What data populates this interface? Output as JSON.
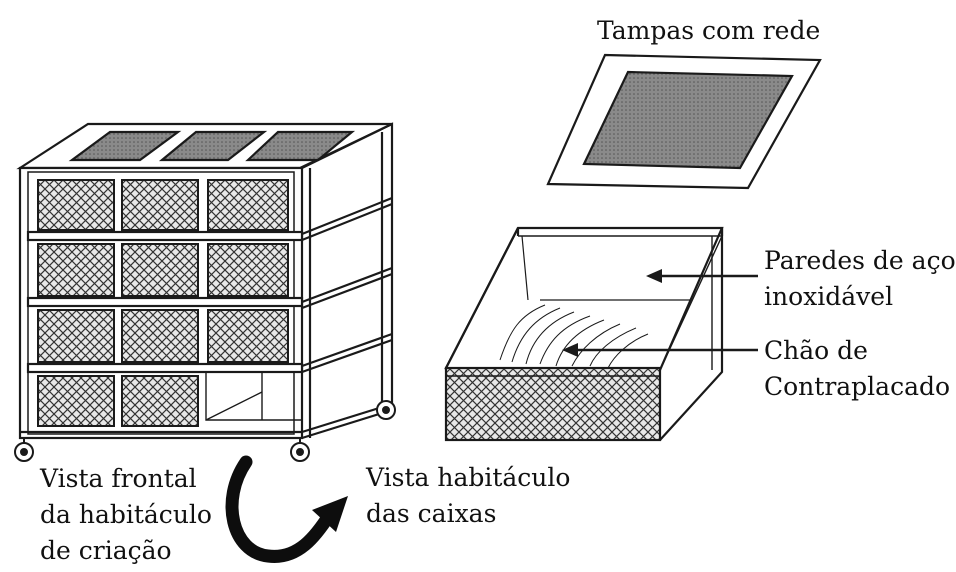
{
  "diagram": {
    "labels": {
      "lids": "Tampas com rede",
      "walls_line1": "Paredes de aço",
      "walls_line2": "inoxidável",
      "floor_line1": "Chão de",
      "floor_line2": "Contraplacado",
      "front_line1": "Vista frontal",
      "front_line2": "da habitáculo",
      "front_line3": "de criação",
      "box_line1": "Vista habitáculo",
      "box_line2": "das caixas"
    },
    "icons": [
      "curved-arrow-icon",
      "arrow-left-icon"
    ],
    "colors": {
      "ink": "#1a1a1a",
      "mesh_fill": "#7a7a7a",
      "background": "#ffffff"
    }
  }
}
